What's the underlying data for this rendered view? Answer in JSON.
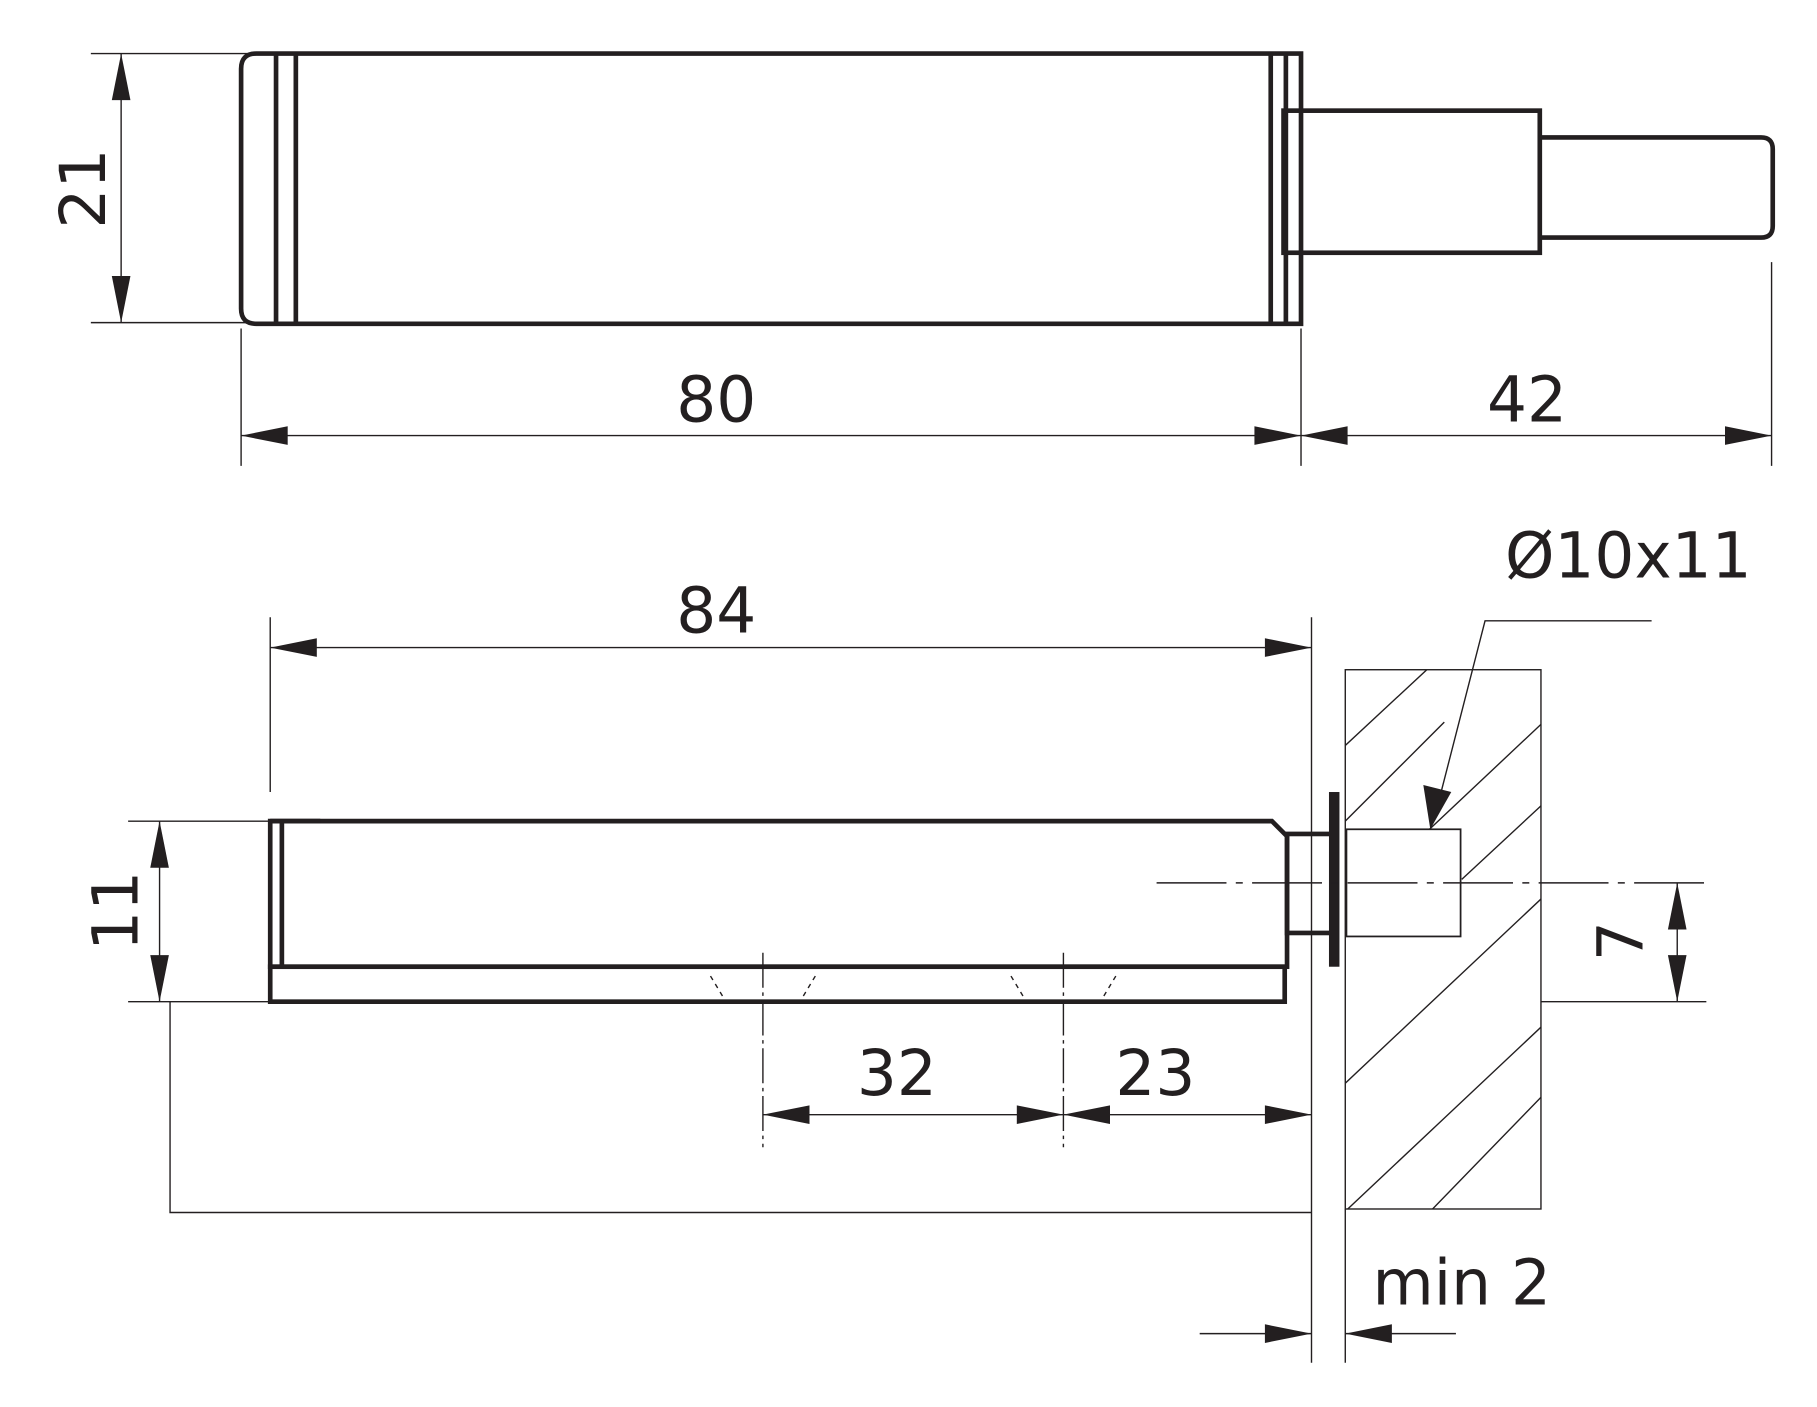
{
  "drawing": {
    "top_view": {
      "height_label": "21",
      "body_length_label": "80",
      "plunger_length_label": "42"
    },
    "side_view": {
      "overall_length_label": "84",
      "height_label": "11",
      "hole_label": "Ø10x11",
      "hole_offset_label": "7",
      "screw_spacing_label": "32",
      "edge_distance_label": "23",
      "gap_label": "min 2"
    }
  }
}
